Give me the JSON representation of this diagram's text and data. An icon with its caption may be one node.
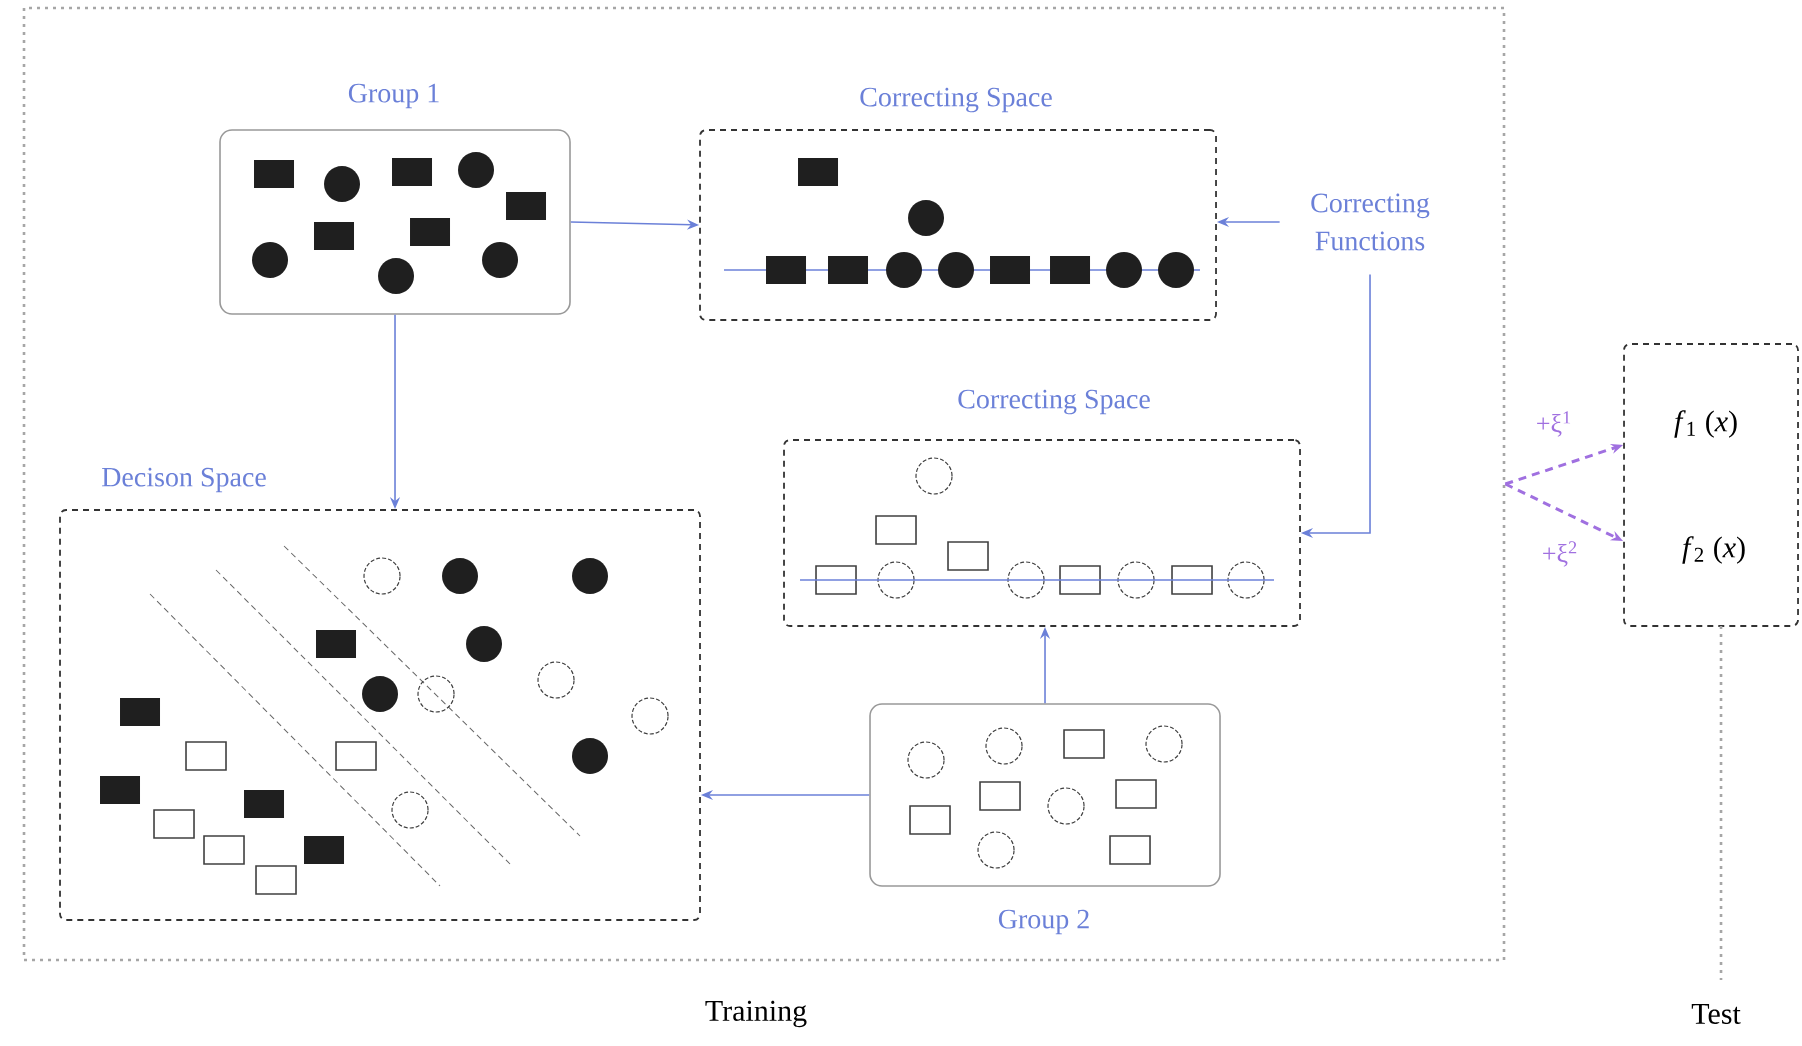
{
  "diagram": {
    "nodes": [
      {
        "text": [
          "Training"
        ]
      },
      {
        "text": [
          "Group 1"
        ],
        "in": 0
      },
      {
        "text": [
          "Correcting Space"
        ],
        "in": 0
      },
      {
        "text": [
          "Correcting Functions"
        ],
        "in": 0
      },
      {
        "text": [
          "Correcting Space"
        ],
        "in": 0
      },
      {
        "text": [
          "Decison Space"
        ],
        "in": 0
      },
      {
        "text": [
          "Group 2"
        ],
        "in": 0
      },
      {
        "text": [
          "*f*$_{1}$ (*x*)",
          "*f*$_{2}$ (*x*)"
        ],
        "beside": [
          "Test"
        ]
      }
    ],
    "edges": [
      {
        "from": 1,
        "to": 2,
        "arrow": "to"
      },
      {
        "from": 1,
        "to": 5,
        "arrow": "to"
      },
      {
        "from": 3,
        "to": 2,
        "arrow": "to"
      },
      {
        "from": 3,
        "to": 4,
        "arrow": "to"
      },
      {
        "from": 6,
        "to": 4,
        "arrow": "to"
      },
      {
        "from": 6,
        "to": 5,
        "arrow": "to"
      },
      {
        "from": 0,
        "to": 7,
        "arrow": "to",
        "label": "+ξ$^{1}$",
        "style": "dashed",
        "color": "#a070e0"
      },
      {
        "from": 0,
        "to": 7,
        "arrow": "to",
        "label": "+ξ$^{2}$",
        "style": "dashed",
        "color": "#a070e0"
      }
    ]
  }
}
